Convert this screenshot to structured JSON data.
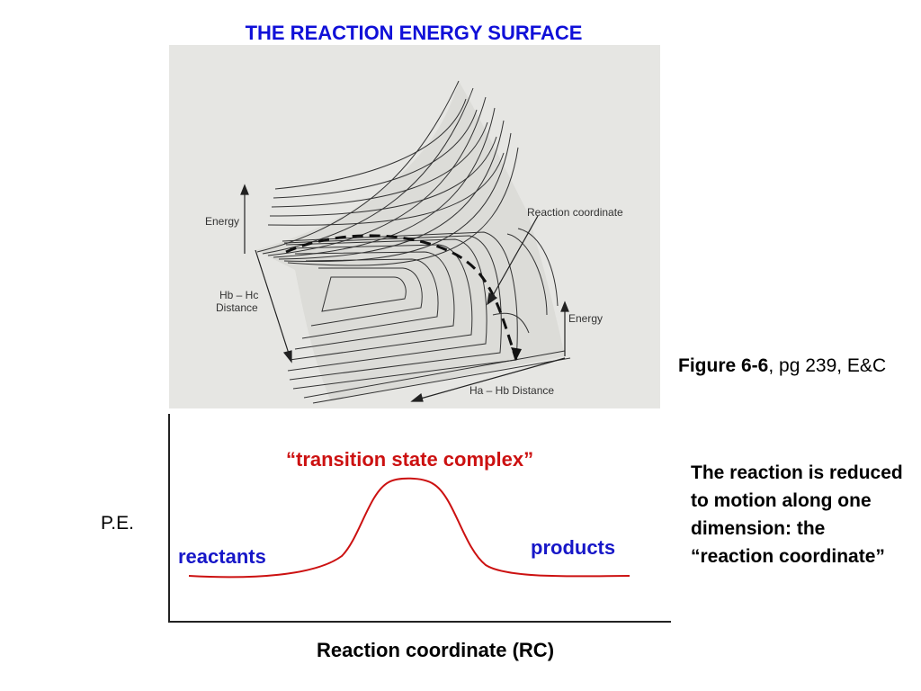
{
  "title": "THE REACTION ENERGY SURFACE",
  "figure": {
    "energy_left": "Energy",
    "energy_right": "Energy",
    "hb_hc_line1": "Hb – Hc",
    "hb_hc_line2": "Distance",
    "reaction_coordinate": "Reaction coordinate",
    "ha_hb": "Ha – Hb Distance"
  },
  "caption": {
    "bold": "Figure 6-6",
    "rest": ", pg 239, E&C"
  },
  "note": "The reaction is reduced to motion along one dimension: the “reaction coordinate”",
  "profile": {
    "ylabel": "P.E.",
    "xlabel": "Reaction coordinate (RC)",
    "peak_label": "“transition state complex”",
    "left_label": "reactants",
    "right_label": "products",
    "colors": {
      "curve": "#cc1111",
      "labels_blue": "#1717c8",
      "peak_red": "#cc1111",
      "title_blue": "#1010d8"
    }
  }
}
